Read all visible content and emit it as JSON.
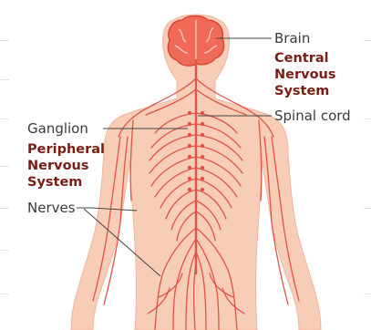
{
  "labels": {
    "brain": "Brain",
    "cns_heading": "Central\nNervous\nSystem",
    "spinal_cord": "Spinal cord",
    "ganglion": "Ganglion",
    "pns_heading": "Peripheral\nNervous\nSystem",
    "nerves": "Nerves"
  },
  "colors": {
    "body_fill": "#f8cdb8",
    "body_edge": "#f0b49c",
    "nerve": "#e15347",
    "brain_fill": "#ef6a57",
    "heading": "#7a1d14",
    "label": "#3a3a3a",
    "leader": "#444444"
  }
}
